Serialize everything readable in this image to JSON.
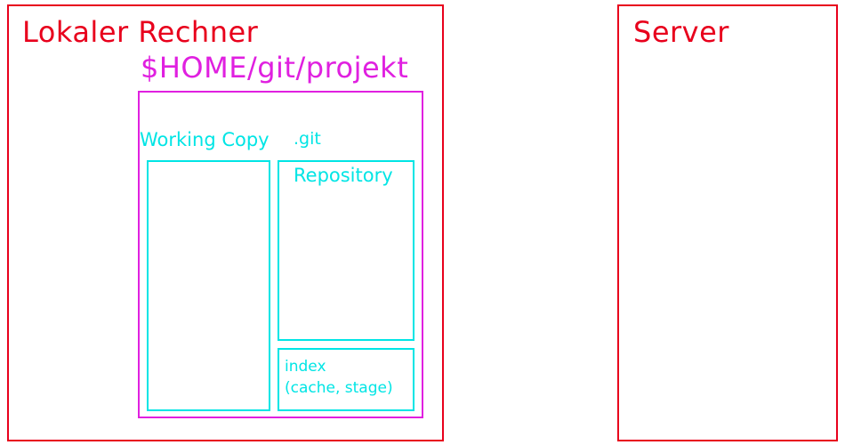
{
  "local_machine": {
    "title": "Lokaler Rechner",
    "project_path": "$HOME/git/projekt",
    "working_copy_label": "Working Copy",
    "git_dir_label": ".git",
    "repository_label": "Repository",
    "index_line1": "index",
    "index_line2": "(cache, stage)"
  },
  "server": {
    "title": "Server"
  },
  "colors": {
    "machine": "#e8001c",
    "project": "#e020e0",
    "git_parts": "#00e5e5"
  }
}
